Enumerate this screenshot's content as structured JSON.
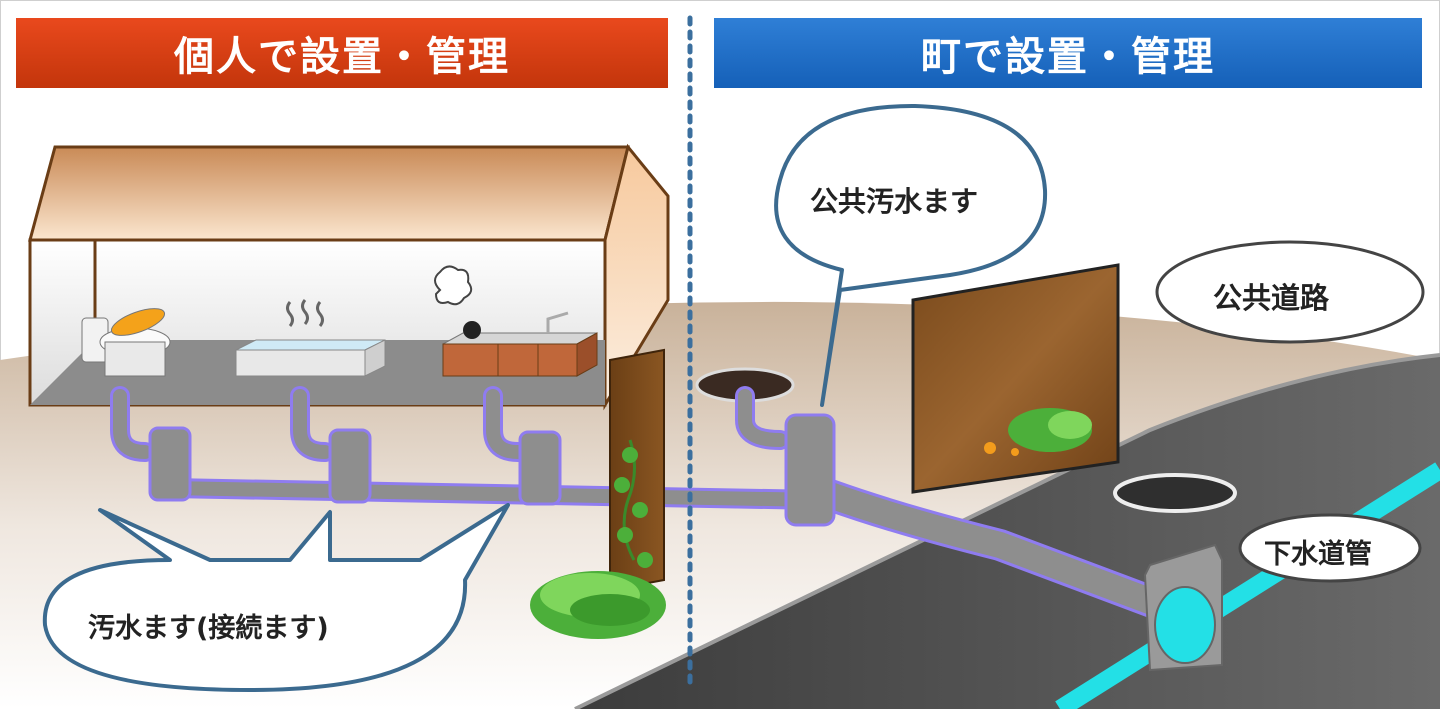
{
  "headers": {
    "private": "個人で設置・管理",
    "public": "町で設置・管理"
  },
  "labels": {
    "house_inlet": "汚水ます(接続ます)",
    "public_inlet": "公共汚水ます",
    "public_road": "公共道路",
    "sewer_pipe": "下水道管"
  },
  "colors": {
    "private_header": "#d9411a",
    "public_header": "#1f6ec8",
    "divider": "#3b6f9e",
    "pipe": "#8e8e8e",
    "pipe_outline": "#8f7cf0",
    "sewer_water": "#23e0e6",
    "road": "#555555",
    "callout_border": "#3b6a8f"
  }
}
